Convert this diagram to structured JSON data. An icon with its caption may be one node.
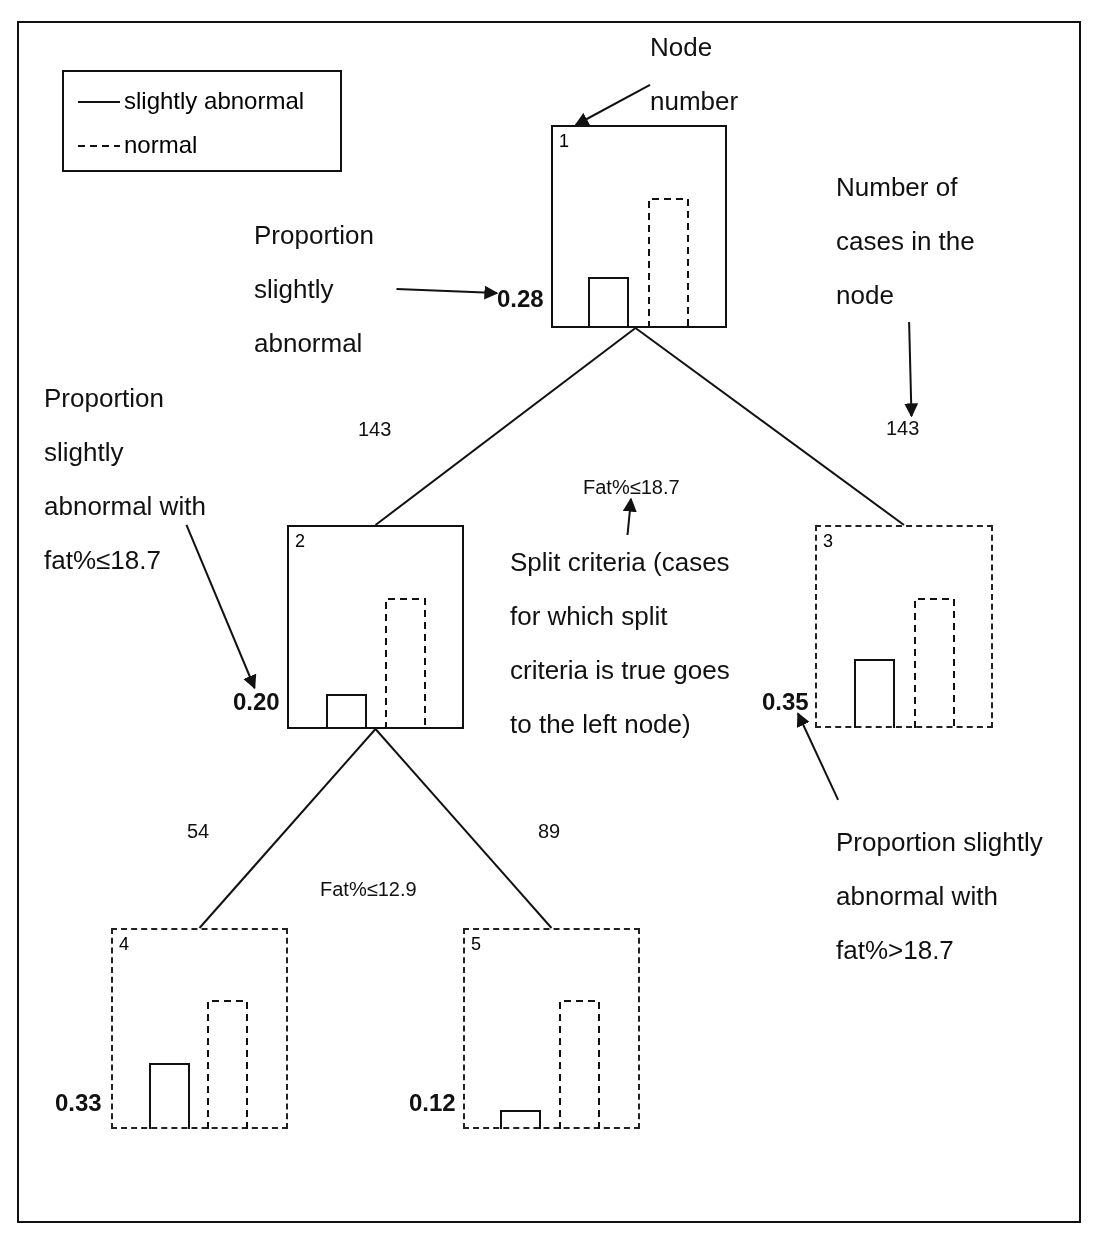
{
  "diagram": {
    "nodes": [
      {
        "text": [
          "Node number"
        ]
      },
      {
        "text": [
          "1"
        ]
      },
      {
        "text": [
          "Number of cases in the node"
        ]
      },
      {
        "text": [
          "Proportion slightly abnormal"
        ]
      },
      {
        "text": [
          "0.28"
        ]
      },
      {
        "text": [
          "Proportion slightly abnormal with fat%≤18.7"
        ]
      },
      {
        "text": [
          "143"
        ]
      },
      {
        "text": [
          "Fat%≤18.7"
        ]
      },
      {
        "text": [
          "2"
        ]
      },
      {
        "text": [
          "Split criteria (cases for which split criteria is true goes to the left node)"
        ]
      },
      {
        "text": [
          "3"
        ]
      },
      {
        "text": [
          "0.20"
        ]
      },
      {
        "text": [
          "0.35"
        ]
      },
      {
        "text": [
          "Proportion slightly abnormal with fat%>18.7"
        ]
      },
      {
        "text": [
          "4"
        ],
        "beside": [
          "0.33"
        ]
      },
      {
        "text": [
          "5"
        ],
        "beside": [
          "0.12"
        ]
      }
    ],
    "edges": [
      {
        "from": 0,
        "to": 1,
        "arrow": "to"
      },
      {
        "from": 3,
        "to": 4,
        "arrow": "to"
      },
      {
        "from": 2,
        "to": 6,
        "arrow": "to"
      },
      {
        "from": 9,
        "to": 7,
        "arrow": "to"
      },
      {
        "from": 5,
        "to": 11,
        "arrow": "to"
      },
      {
        "from": 13,
        "to": 12,
        "arrow": "to"
      },
      {
        "from": 1,
        "to": 8,
        "arrow": "none"
      },
      {
        "from": 1,
        "to": 10,
        "arrow": "none"
      },
      {
        "from": 8,
        "to": 14,
        "arrow": "none"
      },
      {
        "from": 8,
        "to": 15,
        "arrow": "none"
      }
    ],
    "labels": [
      "143",
      "54",
      "89",
      "Fat%≤12.9"
    ],
    "legend": [
      {
        "text": "slightly abnormal"
      },
      {
        "text": "normal"
      }
    ]
  }
}
